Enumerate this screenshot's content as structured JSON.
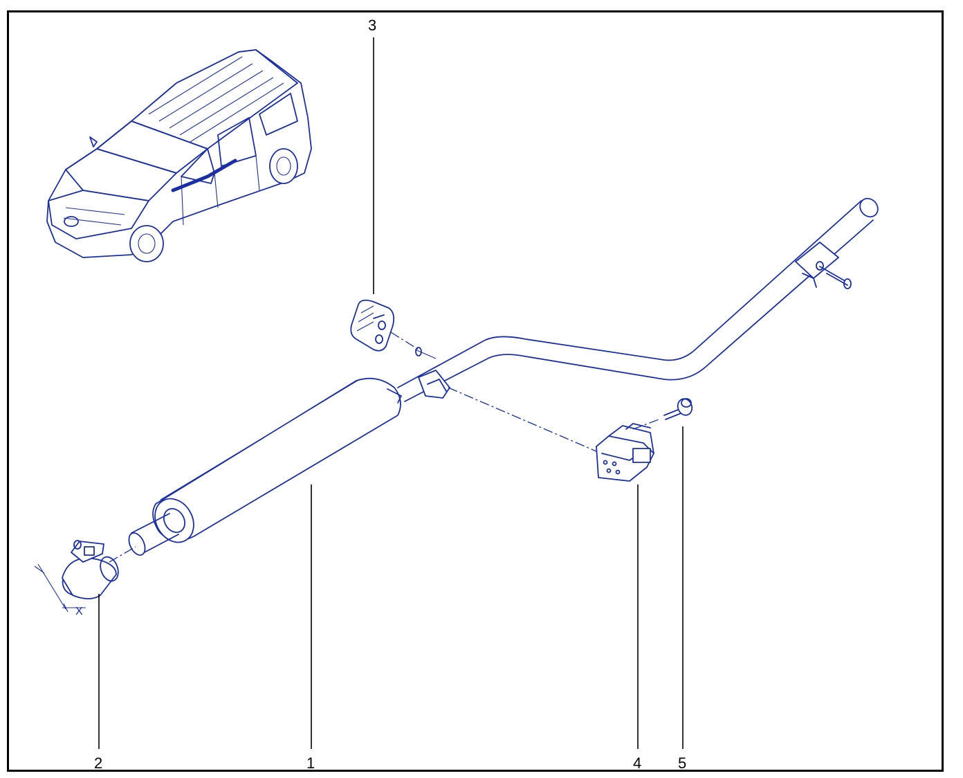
{
  "callouts": [
    {
      "id": "1",
      "label": "1",
      "part": "silencer"
    },
    {
      "id": "2",
      "label": "2",
      "part": "clamp"
    },
    {
      "id": "3",
      "label": "3",
      "part": "rubber-mount"
    },
    {
      "id": "4",
      "label": "4",
      "part": "bracket"
    },
    {
      "id": "5",
      "label": "5",
      "part": "bolt"
    }
  ],
  "dimension_label": "X",
  "colors": {
    "line_art": "#1a2ea8",
    "callout_text": "#000000",
    "frame": "#000000",
    "background": "#ffffff"
  }
}
